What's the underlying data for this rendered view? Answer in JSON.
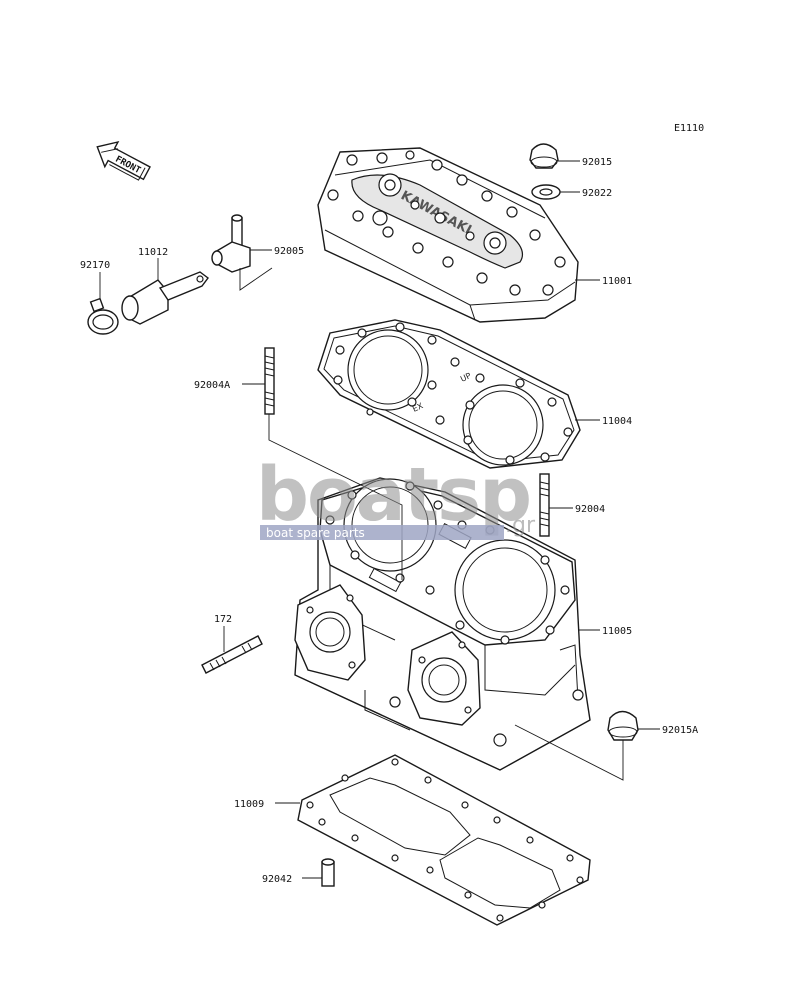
{
  "diagram_code": "E1110",
  "front_label": "FRONT",
  "parts": [
    {
      "id": "part-92015",
      "number": "92015"
    },
    {
      "id": "part-92022",
      "number": "92022"
    },
    {
      "id": "part-92005",
      "number": "92005"
    },
    {
      "id": "part-11012",
      "number": "11012"
    },
    {
      "id": "part-92170",
      "number": "92170"
    },
    {
      "id": "part-11001",
      "number": "11001"
    },
    {
      "id": "part-92004A",
      "number": "92004A"
    },
    {
      "id": "part-11004",
      "number": "11004"
    },
    {
      "id": "part-92004",
      "number": "92004"
    },
    {
      "id": "part-172",
      "number": "172"
    },
    {
      "id": "part-11005",
      "number": "11005"
    },
    {
      "id": "part-92015A",
      "number": "92015A"
    },
    {
      "id": "part-11009",
      "number": "11009"
    },
    {
      "id": "part-92042",
      "number": "92042"
    }
  ],
  "gasket_marks": {
    "up": "UP",
    "ex": "EX"
  },
  "watermark": {
    "brand": "boatsp",
    "suffix": ".gr",
    "tagline": "boat spare parts"
  },
  "colors": {
    "ink": "#1a1a1a",
    "watermark": "#8f8f8f",
    "band": "#9fa6c4"
  }
}
